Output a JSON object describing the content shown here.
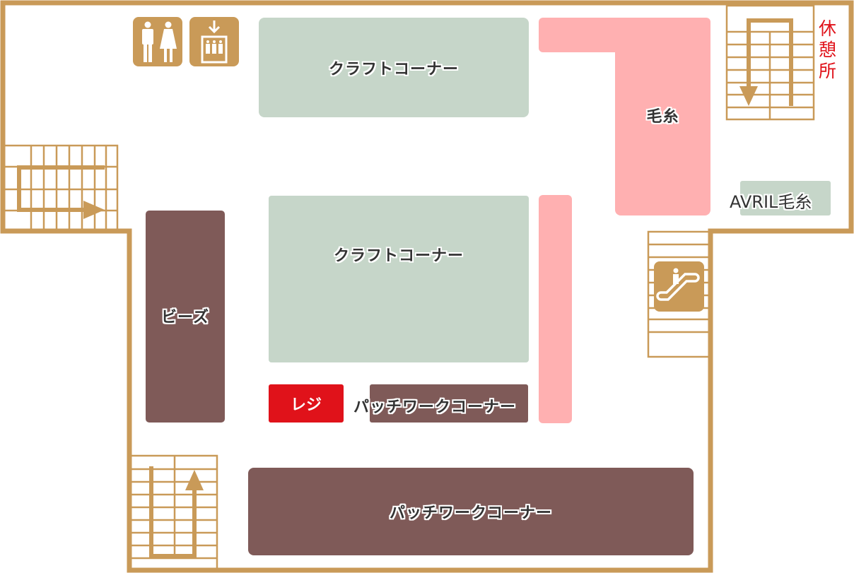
{
  "colors": {
    "wall": "#c99a58",
    "craft": "#c6d6c9",
    "yarn": "#ffb0b1",
    "brown": "#7f5a58",
    "register": "#e0121a",
    "rest_text": "#e0121a"
  },
  "areas": {
    "craft_top": "クラフトコーナー",
    "craft_middle": "クラフトコーナー",
    "yarn": "毛糸",
    "avril_yarn": "AVRIL毛糸",
    "beads": "ビーズ",
    "register": "レジ",
    "patchwork_small": "パッチワークコーナー",
    "patchwork_large": "パッチワークコーナー",
    "rest_area": "休憩所"
  },
  "icons": [
    "restroom-icon",
    "elevator-icon",
    "escalator-icon",
    "stairs-icon"
  ]
}
